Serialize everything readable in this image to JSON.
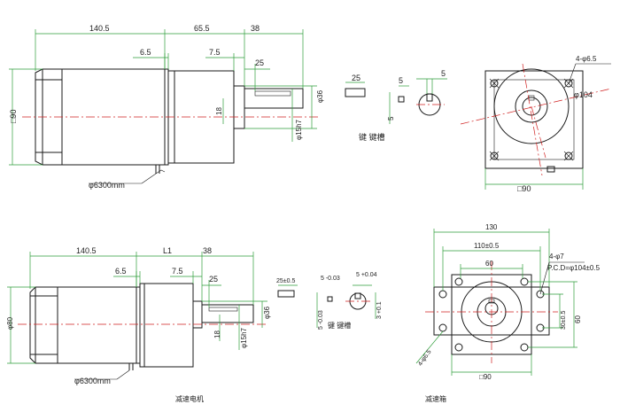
{
  "top": {
    "overall_length": "140.5",
    "body_to_flange": "65.5",
    "shaft_length": "38",
    "collar_offset": "6.5",
    "shaft_offset": "7.5",
    "key_length": "25",
    "square_flange": "□90",
    "shaft_center": "18",
    "boss_diameter": "φ36",
    "shaft_diameter": "φ15h7",
    "cable": "φ6300mm",
    "key_w": "25",
    "key_h": "5",
    "key_side": "5",
    "slot_w": "5",
    "key_caption": "键 键槽",
    "holes": "4-φ6.5",
    "pcd": "φ104",
    "front_square": "□90"
  },
  "bottom": {
    "overall_length": "140.5",
    "body_to_flange": "L1",
    "shaft_length": "38",
    "collar_offset": "6.5",
    "shaft_offset": "7.5",
    "key_length": "25",
    "body_diameter": "φ80",
    "shaft_center": "18",
    "boss_diameter": "φ36",
    "shaft_diameter": "φ15h7",
    "cable": "φ6300mm",
    "key_tol": "25±0.5",
    "key_w_tol": "5 -0.03",
    "key_h_tol": "5 -0.03",
    "slot_w_tol": "5 +0.04",
    "slot_d_tol": "3 +0.1",
    "key_caption": "键 键槽",
    "width_130": "130",
    "width_110": "110±0.5",
    "width_60": "60",
    "holes": "4-φ7",
    "pcd": "P.C.D=φ104±0.5",
    "h_30": "30±0.5",
    "h_60": "60",
    "holes_left": "4-φ6.5",
    "front_square": "□90",
    "caption_motor": "减速电机",
    "caption_gearbox": "减速箱"
  }
}
